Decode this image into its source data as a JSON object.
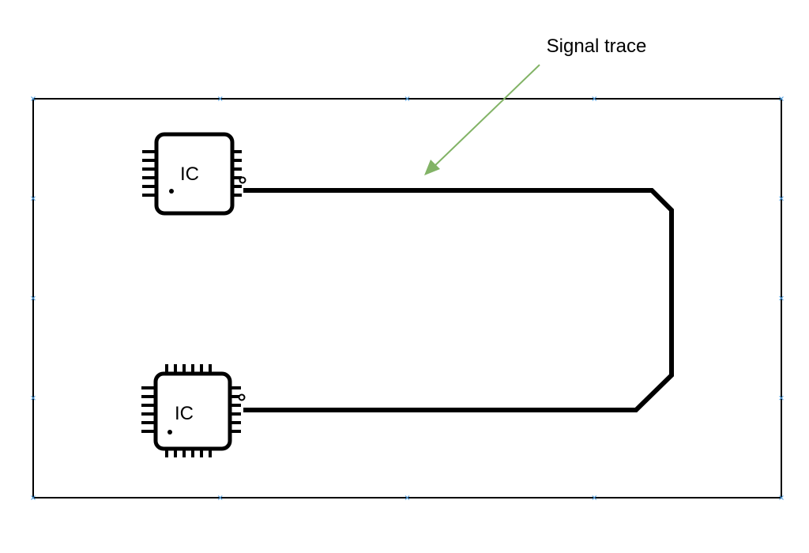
{
  "annotation": {
    "label": "Signal trace",
    "arrow_color": "#82b366"
  },
  "components": [
    {
      "id": "ic-top",
      "label": "IC"
    },
    {
      "id": "ic-bottom",
      "label": "IC"
    }
  ],
  "colors": {
    "board_outline": "#000000",
    "trace": "#000000",
    "ic_body": "#000000",
    "connection_point": "#4d9de0"
  }
}
